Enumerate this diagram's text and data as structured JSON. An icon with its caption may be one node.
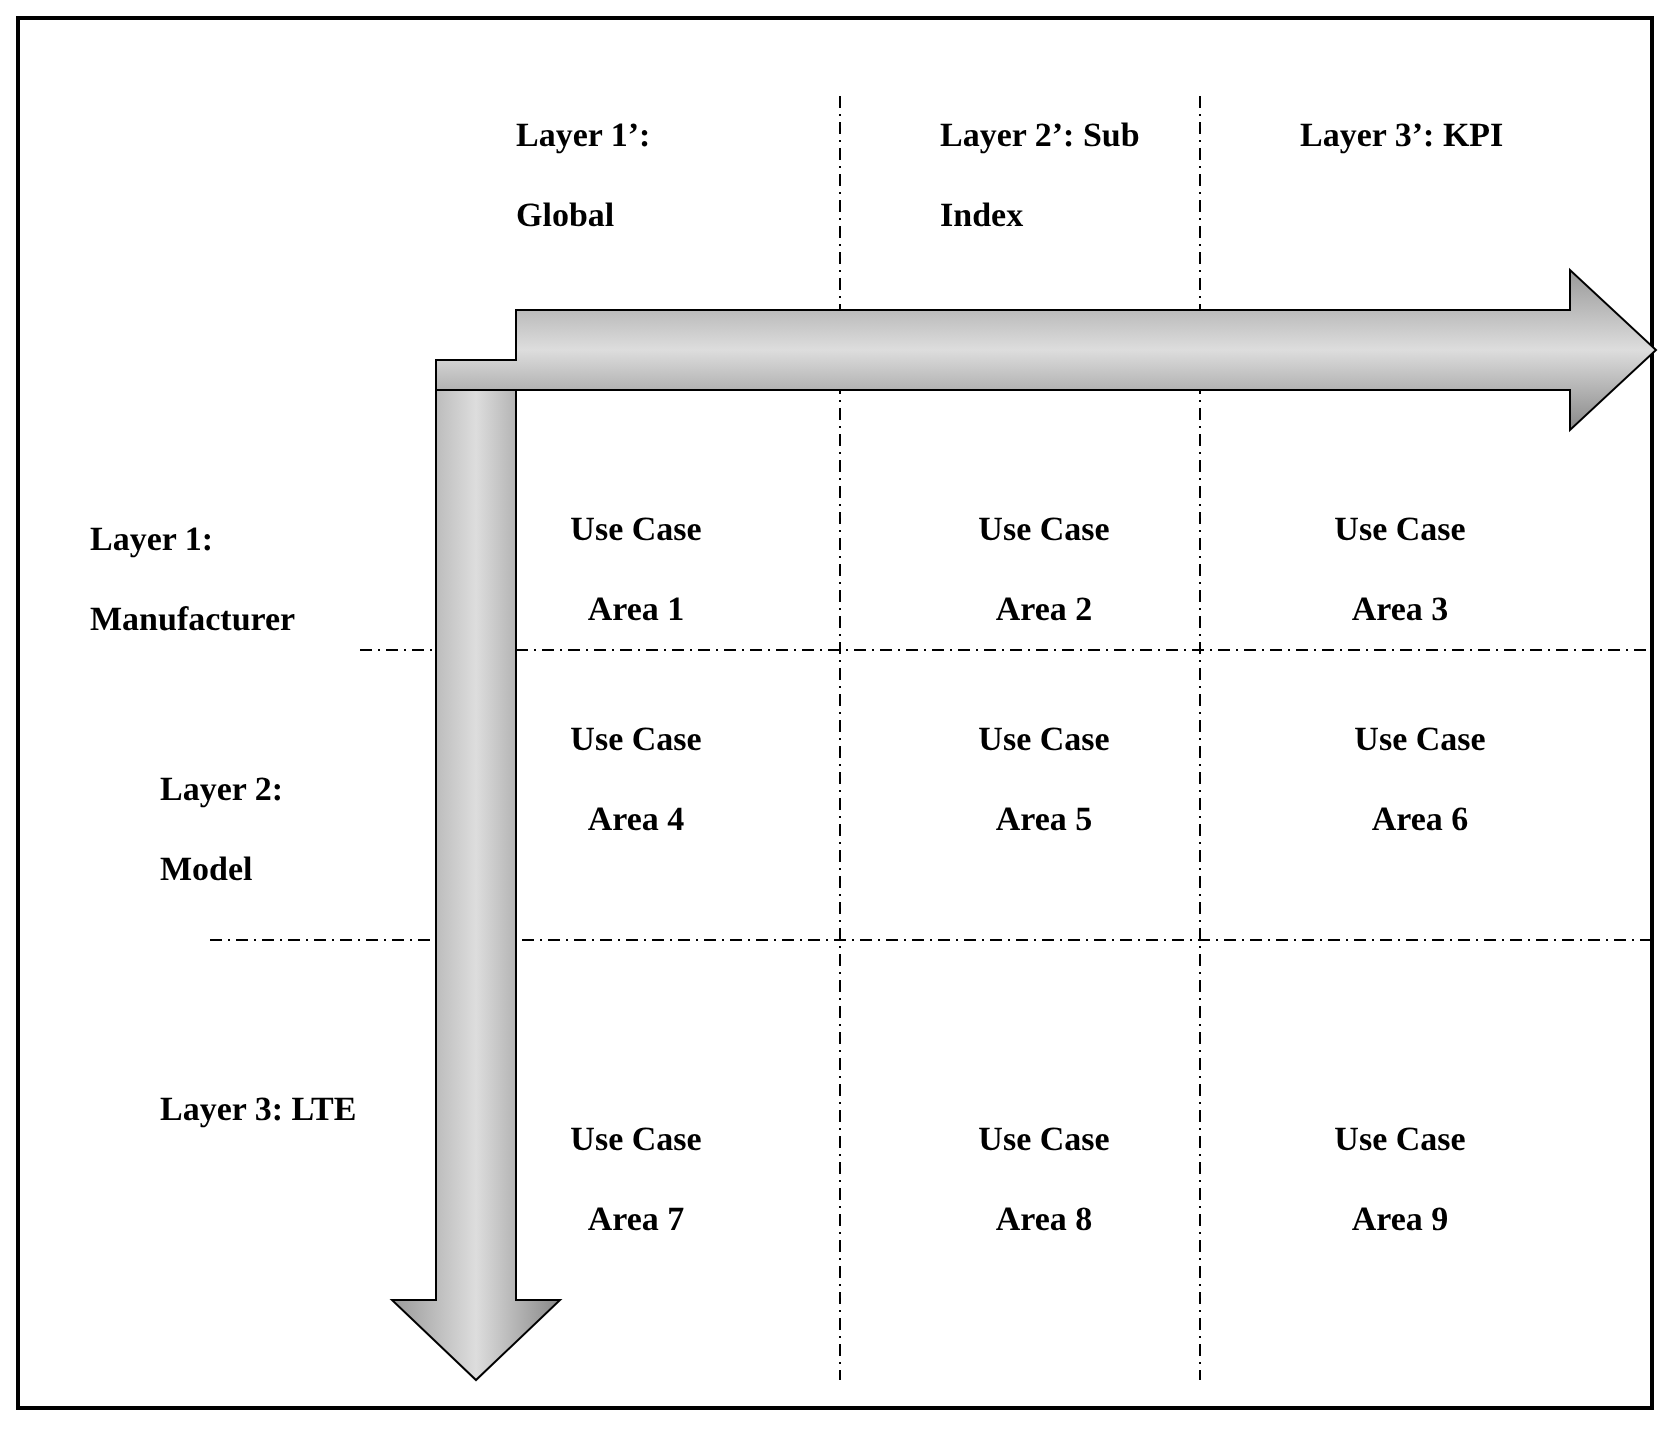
{
  "diagram": {
    "labels": [
      "Layer 1’: Global",
      "Layer 2’: Sub Index",
      "Layer 3’: KPI",
      "Layer 1: Manufacturer",
      "Use Case Area 1",
      "Use Case Area 2",
      "Use Case Area 3",
      "Layer 2: Model",
      "Use Case Area 4",
      "Use Case Area 5",
      "Use Case Area 6",
      "Layer 3: LTE",
      "Use Case Area 7",
      "Use Case Area 8",
      "Use Case Area 9"
    ]
  }
}
